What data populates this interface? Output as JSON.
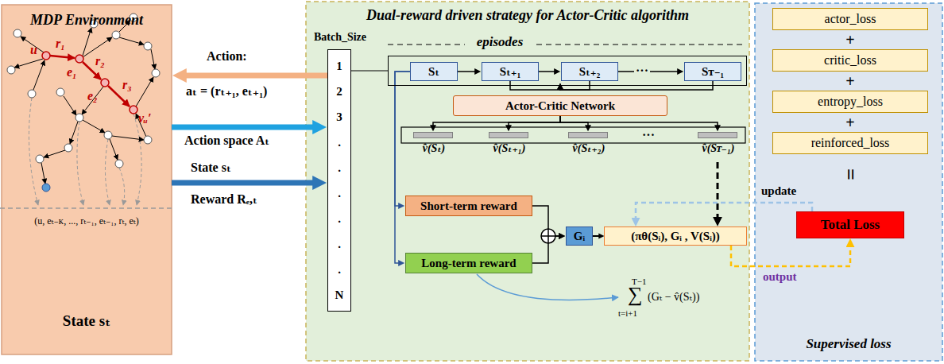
{
  "diagram": {
    "nodes": [
      {
        "text": [
          "MDP Environment",
          "State sₜ"
        ]
      },
      {
        "text": [
          "Dual-reward driven strategy for Actor-Critic algorithm"
        ]
      },
      {
        "text": [
          "Batch_Size",
          "1",
          "2",
          "3",
          ".",
          ".",
          ".",
          ".",
          ".",
          ".",
          "N"
        ],
        "in": 1
      },
      {
        "text": [
          "episodes"
        ],
        "in": 1
      },
      {
        "text": [
          "Sₜ"
        ],
        "in": 3
      },
      {
        "text": [
          "Sₜ₊₁"
        ],
        "in": 3
      },
      {
        "text": [
          "Sₜ₊₂"
        ],
        "in": 3
      },
      {
        "text": [
          "Sᴛ₋₁"
        ],
        "in": 3
      },
      {
        "text": [
          "Actor-Critic Network"
        ],
        "in": 1
      },
      {
        "text": [
          "v̂(Sₜ)"
        ],
        "in": 1
      },
      {
        "text": [
          "v̂(Sₜ₊₁)"
        ],
        "in": 1
      },
      {
        "text": [
          "v̂(Sₜ₊₂)"
        ],
        "in": 1
      },
      {
        "text": [
          "v̂(Sᴛ₋₁)"
        ],
        "in": 1
      },
      {
        "text": [
          "Short-term reward"
        ],
        "in": 1
      },
      {
        "text": [
          "Long-term reward"
        ],
        "in": 1
      },
      {
        "text": [
          "Gᵢ"
        ],
        "in": 1
      },
      {
        "text": [
          "(πθ(Sᵢ), Gᵢ , V(Sᵢ))"
        ],
        "in": 1
      },
      {
        "text": [
          "Supervised loss"
        ]
      },
      {
        "text": [
          "actor_loss"
        ],
        "in": 17
      },
      {
        "text": [
          "critic_loss"
        ],
        "in": 17
      },
      {
        "text": [
          "entropy_loss"
        ],
        "in": 17
      },
      {
        "text": [
          "reinforced_loss"
        ],
        "in": 17
      },
      {
        "text": [
          "Total Loss"
        ],
        "in": 17
      }
    ],
    "edges": [
      {
        "from": 2,
        "to": 0,
        "arrow": "to"
      },
      {
        "from": 0,
        "to": 2,
        "arrow": "to"
      },
      {
        "from": 0,
        "to": 2,
        "arrow": "to"
      },
      {
        "from": 4,
        "to": 5,
        "arrow": "to"
      },
      {
        "from": 5,
        "to": 6,
        "arrow": "to"
      },
      {
        "from": 6,
        "to": 7,
        "arrow": "to"
      },
      {
        "from": 4,
        "to": 13,
        "arrow": "to"
      },
      {
        "from": 4,
        "to": 14,
        "arrow": "to"
      },
      {
        "from": 5,
        "to": 8,
        "arrow": "to"
      },
      {
        "from": 6,
        "to": 8,
        "arrow": "to"
      },
      {
        "from": 7,
        "to": 8,
        "arrow": "to"
      },
      {
        "from": 8,
        "to": 9,
        "arrow": "to"
      },
      {
        "from": 8,
        "to": 10,
        "arrow": "to"
      },
      {
        "from": 8,
        "to": 11,
        "arrow": "to"
      },
      {
        "from": 8,
        "to": 12,
        "arrow": "to"
      },
      {
        "from": 13,
        "to": 15,
        "arrow": "to"
      },
      {
        "from": 14,
        "to": 15,
        "arrow": "to"
      },
      {
        "from": 15,
        "to": 16,
        "arrow": "to"
      },
      {
        "from": 12,
        "to": 16,
        "arrow": "to"
      },
      {
        "from": 16,
        "to": 22,
        "label": "output",
        "arrow": "to"
      },
      {
        "from": 22,
        "to": 16,
        "label": "update",
        "arrow": "to"
      }
    ],
    "labels": [
      "u",
      "r₁",
      "e₁",
      "r₂",
      "e₂",
      "r₃",
      "vᵤ′",
      "(u, eₜ₋ᴋ, ..., rₜ₋₁, eₜ₋₁, rₜ, eₜ)",
      "Action:",
      "aₜ = (rₜ₊₁, eₜ₊₁)",
      "Action space Aₜ",
      "State sₜ",
      "Reward Rₑ,ₜ",
      "···",
      "···",
      "T−1",
      "∑",
      "t=i+1",
      "(Gₜ − v̂(Sₜ))",
      "+",
      "+",
      "+",
      "="
    ]
  }
}
